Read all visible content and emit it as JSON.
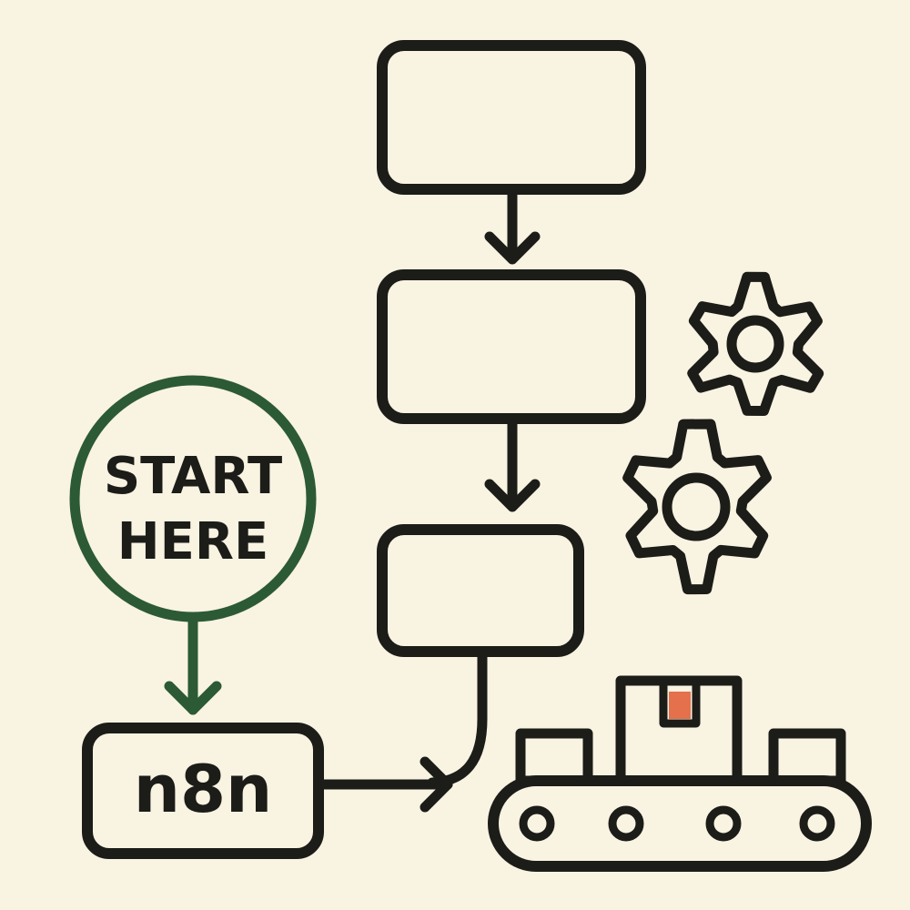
{
  "colors": {
    "background": "#f9f3e2",
    "ink": "#1c1c18",
    "start_green": "#2c5a35",
    "package_tape": "#e4704c"
  },
  "start_badge": {
    "line1": "START",
    "line2": "HERE"
  },
  "n8n_node": {
    "label": "n8n"
  },
  "icons": [
    "gear-icon",
    "conveyor-belt-icon",
    "package-icon"
  ]
}
